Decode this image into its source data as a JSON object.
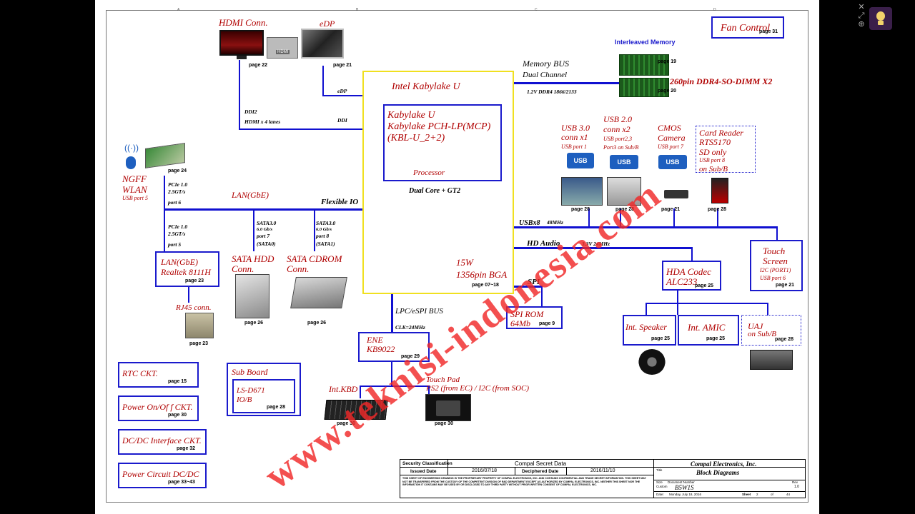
{
  "watermark": "www.teknisi-indonesia.com",
  "fan": {
    "title": "Fan Control",
    "page": "page  31"
  },
  "hdmi": {
    "title": "HDMI Conn.",
    "page": "page  22",
    "connector_label": "HDMI",
    "bus1": "DDI2",
    "bus2": "HDMI x 4 lanes"
  },
  "edp": {
    "title": "eDP",
    "page": "page  21",
    "bus_label": "eDP",
    "ddi": "DDI"
  },
  "memory": {
    "title": "Interleaved  Memory",
    "bus": "Memory BUS",
    "channel": "Dual Channel",
    "spec": "1.2V  DDR4  1866/2133",
    "page1": "page  19",
    "page2": "page  20",
    "dimm": "260pin DDR4-SO-DIMM X2"
  },
  "cpu": {
    "outer_title": "Intel Kabylake U",
    "inner_line1": "Kabylake U",
    "inner_line2": "Kabylake PCH-LP(MCP)",
    "inner_line3": "(KBL-U_2+2)",
    "processor": "Processor",
    "core": "Dual Core + GT2",
    "flexible": "Flexible IO",
    "watt": "15W",
    "bga": "1356pin  BGA",
    "page": "page   07~18"
  },
  "ngff": {
    "line1": "NGFF",
    "line2": "WLAN",
    "usb": "USB port 5",
    "page": "page  24",
    "pcie": "PCIe 1.0",
    "rate": "2.5GT/s",
    "port": "port 6"
  },
  "lan_bus": "LAN(GbE)",
  "lan": {
    "line1": "LAN(GbE)",
    "line2": "Realtek  8111H",
    "page": "page  23",
    "pcie": "PCIe 1.0",
    "rate": "2.5GT/s",
    "port": "port 5"
  },
  "rj45": {
    "title": "RJ45  conn.",
    "page": "page  23"
  },
  "sata_hdd": {
    "line1": "SATA HDD",
    "line2": "Conn.",
    "page": "page  26",
    "bus1": "SATA3.0",
    "bus2": "6.0 Gb/s",
    "bus3": "port 7",
    "bus4": "(SATA0)"
  },
  "sata_cdrom": {
    "line1": "SATA CDROM",
    "line2": "Conn.",
    "page": "page  26",
    "bus1": "SATA3.0",
    "bus2": "6.0 Gb/s",
    "bus3": "port 8",
    "bus4": "(SATA1)"
  },
  "usb3": {
    "line1": "USB 3.0",
    "line2": "conn  x1",
    "sub": "USB port 1",
    "page": "page  28"
  },
  "usb2": {
    "line1": "USB 2.0",
    "line2": "conn  x2",
    "sub1": "USB  port2,3",
    "sub2": "Port3 on Sub/B",
    "page": "page  28"
  },
  "cmos": {
    "line1": "CMOS",
    "line2": "Camera",
    "sub": "USB port 7",
    "page": "page  21"
  },
  "card": {
    "line1": "Card Reader",
    "line2": "RTS5170",
    "line3": "SD only",
    "sub": "USB port 8",
    "line4": "on Sub/B",
    "page": "page  28"
  },
  "usb_logo": "USB",
  "usbx8": {
    "label": "USBx8",
    "speed": "48MHz"
  },
  "hda": {
    "label": "HD Audio",
    "spec": "3.3V  24MHz"
  },
  "touch": {
    "line1": "Touch",
    "line2": "Screen",
    "sub1": "I2C (PORT1)",
    "sub2": "USB port 6",
    "page": "page  21"
  },
  "codec": {
    "line1": "HDA Codec",
    "line2": "ALC233",
    "page": "page  25"
  },
  "speaker": {
    "title": "Int. Speaker",
    "page": "page  25"
  },
  "amic": {
    "title": "Int. AMIC",
    "page": "page  25"
  },
  "uaj": {
    "line1": "UAJ",
    "line2": "on Sub/B",
    "page": "page  28"
  },
  "spi": {
    "label": "SPI",
    "rom1": "SPI ROM",
    "rom2": "64Mb",
    "page": "page  9"
  },
  "lpc": {
    "label": "LPC/eSPI BUS",
    "clk": "CLK=24MHz"
  },
  "ene": {
    "line1": "ENE",
    "line2": "KB9022",
    "page": "page  29"
  },
  "kbd": {
    "title": "Int.KBD",
    "page": "page  30"
  },
  "touchpad": {
    "line1": "Touch  Pad",
    "line2": "PS2 (from EC) / I2C (from SOC)",
    "page": "page  30"
  },
  "subboard": {
    "title": "Sub Board",
    "line1": "LS-D671",
    "line2": "IO/B",
    "page": "page  28"
  },
  "rtc": {
    "title": "RTC CKT.",
    "page": "page  15"
  },
  "power": {
    "title": "Power On/Of f  CKT.",
    "page": "page  30"
  },
  "dcdc": {
    "title": "DC/DC Interface CKT.",
    "page": "page  32"
  },
  "pcircuit": {
    "title": "Power Circuit DC/DC",
    "page": "page  33~43"
  },
  "titleblock": {
    "sec_label": "Security  Classification",
    "sec_value": "Compal Secret Data",
    "issued_label": "Issued Date",
    "issued": "2016/07/18",
    "deciphered_label": "Deciphered Date",
    "deciphered": "2016/11/10",
    "company": "Compal Electronics, Inc.",
    "title_label": "Title",
    "title": "Block Diagrams",
    "size_label": "Size",
    "size_value": "Custom",
    "docnum_label": "Document  Number",
    "docnum": "B5W1S",
    "rev_label": "Rev",
    "rev": "1.0",
    "date_label": "Date:",
    "date": "Monday, July 18, 2016",
    "sheet_label": "Sheet",
    "sheet": "2",
    "of_label": "of",
    "of": "44",
    "notice": "THIS SHEET OF ENGINEERING DRAWING IS THE PROPRIETARY PROPERTY OF COMPAL ELECTRONICS, INC. AND CONTAINS CONFIDENTIAL AND TRADE SECRET INFORMATION. THIS SHEET MAY NOT BE TRANSFERED FROM THE CUSTODY OF THE COMPETENT DIVISION OF R&D DEPARTMENT EXCEPT AS AUTHORIZED BY COMPAL ELECTRONICS, INC. NEITHER THIS SHEET NOR THE INFORMATION IT CONTAINS MAY BE USED BY OR DISCLOSED TO ANY THIRD PARTY WITHOUT PRIOR WRITTEN CONSENT OF COMPAL ELECTRONICS, INC."
  },
  "ruler_top": [
    "A",
    "B",
    "C",
    "D"
  ]
}
